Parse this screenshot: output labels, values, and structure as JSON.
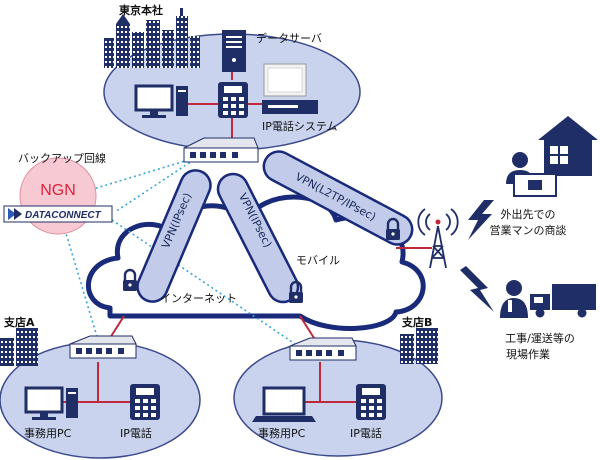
{
  "labels": {
    "tokyo_hq": "東京本社",
    "data_server": "データサーバ",
    "ip_phone_system": "IP電話システム",
    "backup_line": "バックアップ回線",
    "ngn": "NGN",
    "dataconnect": "DATACONNECT",
    "vpn_l2tp": "VPN(L2TP/IPsec)",
    "vpn_ipsec_1": "VPN(IPsec)",
    "vpn_ipsec_2": "VPN(IPsec)",
    "internet": "インターネット",
    "mobile": "モバイル",
    "branch_a": "支店A",
    "branch_b": "支店B",
    "office_pc_a": "事務用PC",
    "ip_phone_a": "IP電話",
    "office_pc_b": "事務用PC",
    "ip_phone_b": "IP電話",
    "sales_line1": "外出先での",
    "sales_line2": "営業マンの商談",
    "site_line1": "工事/運送等の",
    "site_line2": "現場作業"
  },
  "colors": {
    "ellipse_fill": "#c9d3ee",
    "ellipse_stroke": "#3b4a8c",
    "tube_fill": "#c2cbe9",
    "tube_stroke": "#1a2a7a",
    "ngn_fill": "#f7c9d3",
    "ngn_text": "#d8243c",
    "dark_icon": "#1f2e66",
    "red_line": "#c0283c",
    "dotted": "#3aa7d8"
  }
}
